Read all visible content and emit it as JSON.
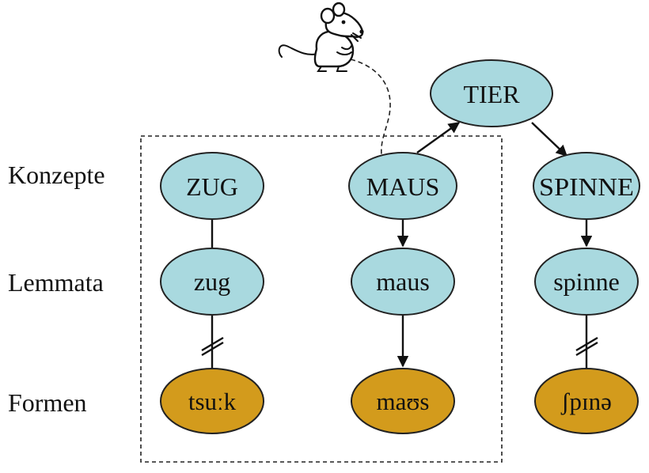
{
  "row_labels": {
    "concepts": "Konzepte",
    "lemmas": "Lemmata",
    "forms": "Formen"
  },
  "nodes": {
    "tier": "TIER",
    "zug_concept": "ZUG",
    "maus_concept": "MAUS",
    "spinne_concept": "SPINNE",
    "zug_lemma": "zug",
    "maus_lemma": "maus",
    "spinne_lemma": "spinne",
    "zug_form": "tsuːk",
    "maus_form": "maʊs",
    "spinne_form": "ʃpɪnə"
  },
  "colors": {
    "concept_fill": "#a9d9df",
    "form_fill": "#d39b1c",
    "stroke": "#222222"
  },
  "icons": [
    "mouse-icon"
  ]
}
